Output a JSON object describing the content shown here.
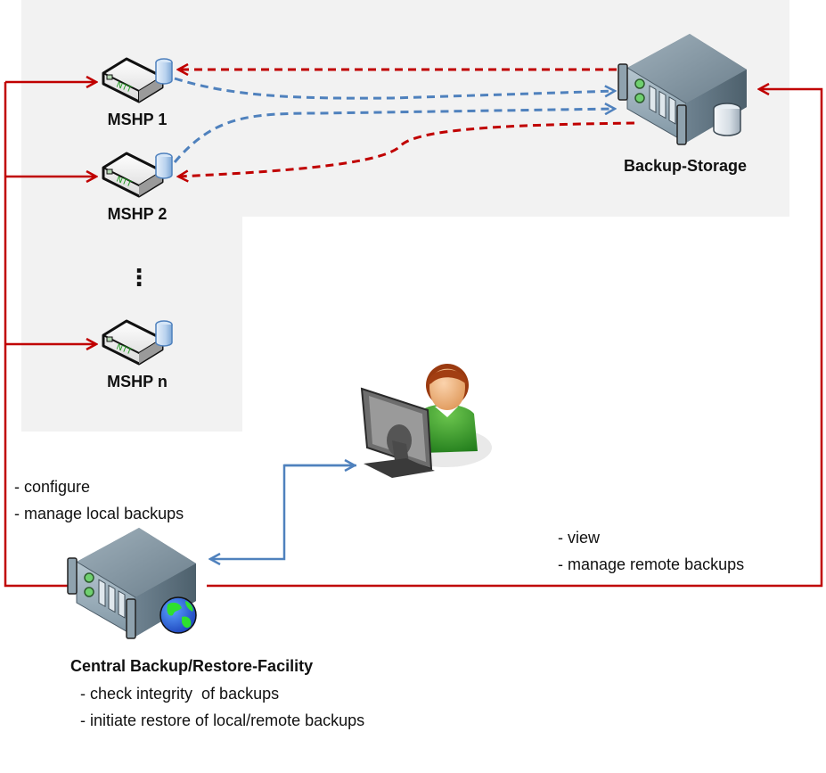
{
  "diagram": {
    "colors": {
      "zone_background": "#f2f2f2",
      "red_link": "#c00000",
      "blue_link": "#4f81bd",
      "text": "#111111"
    },
    "nodes": {
      "mshp1": {
        "label": "MSHP 1",
        "icon": "home-gateway-with-database-icon"
      },
      "mshp2": {
        "label": "MSHP 2",
        "icon": "home-gateway-with-database-icon"
      },
      "ellipsis": {
        "label": "⋮"
      },
      "mshpn": {
        "label": "MSHP n",
        "icon": "home-gateway-with-database-icon"
      },
      "backup_storage": {
        "label": "Backup-Storage",
        "icon": "server-with-database-icon"
      },
      "operator": {
        "icon": "user-at-computer-icon"
      },
      "central": {
        "label": "Central Backup/Restore-Facility",
        "icon": "server-with-globe-icon",
        "tasks": [
          "- check integrity  of backups",
          "- initiate restore of local/remote backups"
        ]
      }
    },
    "annotations": {
      "local": [
        "- configure",
        "- manage local backups"
      ],
      "remote": [
        "- view",
        "- manage remote backups"
      ]
    },
    "links": [
      {
        "from": "backup_storage",
        "to": "mshp1",
        "style": "dashed",
        "color": "red"
      },
      {
        "from": "mshp1",
        "to": "backup_storage",
        "style": "dashed",
        "color": "blue"
      },
      {
        "from": "mshp2",
        "to": "backup_storage",
        "style": "dashed",
        "color": "blue"
      },
      {
        "from": "backup_storage",
        "to": "mshp2",
        "style": "dashed",
        "color": "red"
      },
      {
        "from": "central",
        "to": "mshp1",
        "style": "solid",
        "color": "red"
      },
      {
        "from": "central",
        "to": "mshp2",
        "style": "solid",
        "color": "red"
      },
      {
        "from": "central",
        "to": "mshpn",
        "style": "solid",
        "color": "red"
      },
      {
        "from": "central",
        "to": "backup_storage",
        "style": "solid",
        "color": "red"
      },
      {
        "from": "operator",
        "to": "central",
        "style": "solid",
        "color": "blue",
        "bidirectional": true
      }
    ]
  }
}
